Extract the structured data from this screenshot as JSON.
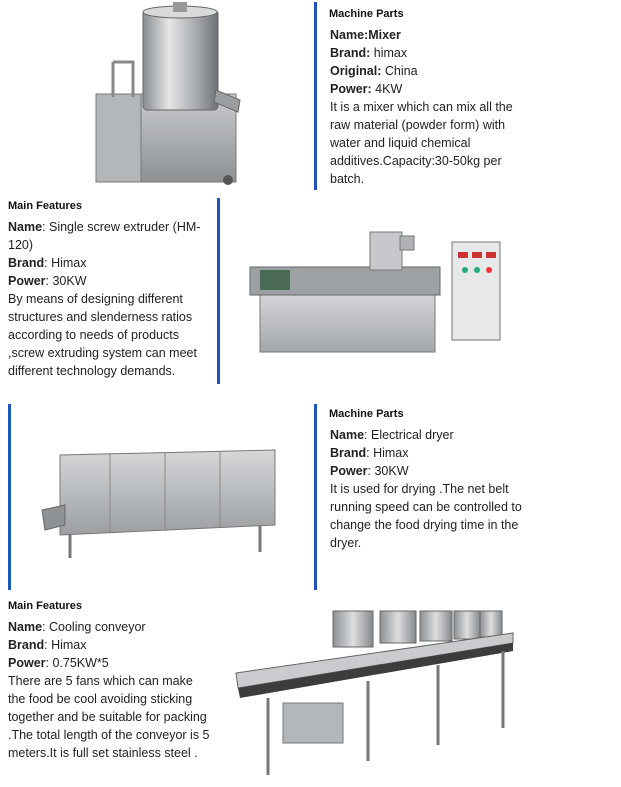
{
  "sections": [
    {
      "heading": "Machine Parts",
      "specs": [
        {
          "label": "Name:",
          "value": "Mixer",
          "bold_value": true
        },
        {
          "label": "Brand:",
          "value": " himax"
        },
        {
          "label": "Original:",
          "value": " China"
        },
        {
          "label": "Power:",
          "value": " 4KW"
        }
      ],
      "description": "It is a mixer which can mix all the raw material (powder form) with water and liquid chemical additives.Capacity:30-50kg per batch."
    },
    {
      "heading": "Main Features",
      "specs": [
        {
          "label": "Name",
          "value": ": Single screw extruder (HM-120)"
        },
        {
          "label": "Brand",
          "value": ": Himax"
        },
        {
          "label": "Power",
          "value": ": 30KW"
        }
      ],
      "description": "By means of designing different structures and slenderness ratios according to needs of products ,screw extruding system can meet different technology demands."
    },
    {
      "heading": "Machine Parts",
      "specs": [
        {
          "label": "Name",
          "value": ": Electrical dryer"
        },
        {
          "label": "Brand",
          "value": ": Himax"
        },
        {
          "label": "Power",
          "value": ": 30KW"
        }
      ],
      "description": "It is used for drying .The net belt running speed can be controlled to change the food drying time in the dryer."
    },
    {
      "heading": "Main Features",
      "specs": [
        {
          "label": "Name",
          "value": ": Cooling conveyor"
        },
        {
          "label": "Brand",
          "value": ": Himax"
        },
        {
          "label": "Power",
          "value": ": 0.75KW*5"
        }
      ],
      "description": "There are 5 fans which can make the food be cool avoiding sticking together and be suitable for packing .The total length of the conveyor is 5 meters.It is full set stainless steel ."
    }
  ],
  "colors": {
    "divider": "#1e56b8"
  }
}
